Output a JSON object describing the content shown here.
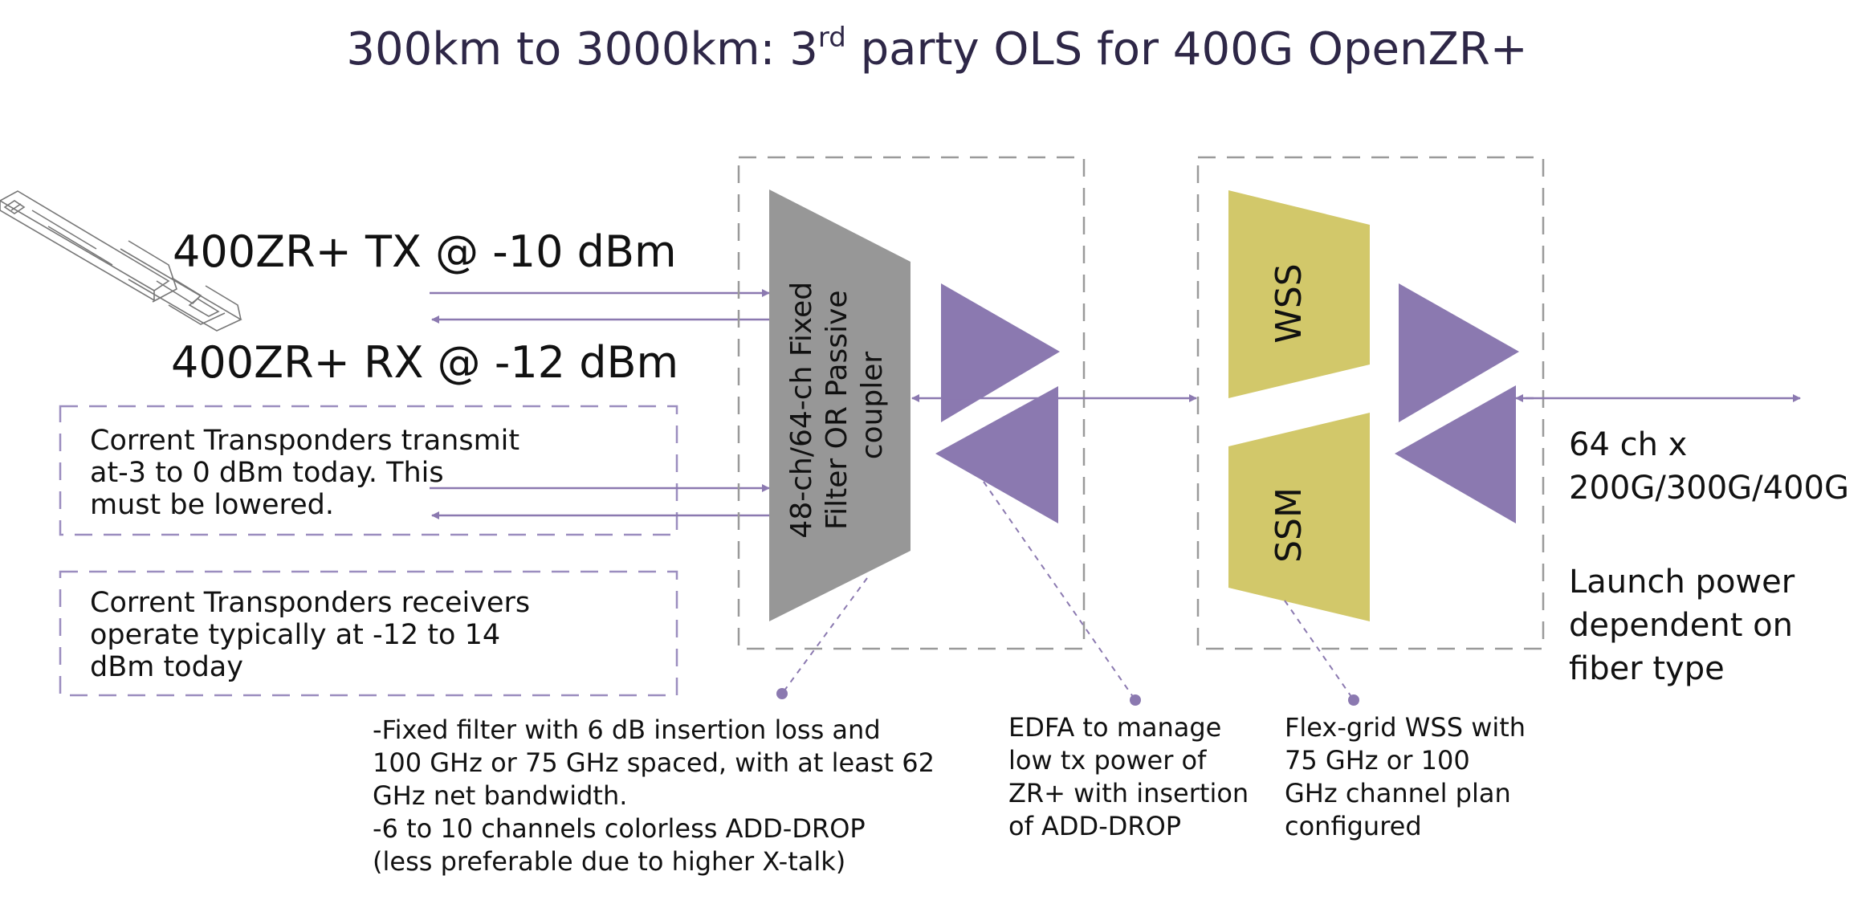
{
  "title": {
    "before": "300km to 3000km: 3",
    "sup": "rd",
    "after": " party OLS for 400G OpenZR+"
  },
  "tx_label": "400ZR+ TX @ -10 dBm",
  "rx_label": "400ZR+ RX @ -12 dBm",
  "note_transmit": [
    "Corrent Transponders transmit",
    "at-3 to 0 dBm today. This",
    "must be lowered."
  ],
  "note_receive": [
    "Corrent Transponders receivers",
    "operate typically at -12 to 14",
    "dBm today"
  ],
  "filter_label": [
    "48-ch/64-ch Fixed",
    "Filter OR Passive",
    "coupler"
  ],
  "wss_label": "WSS",
  "ssm_label": "SSM",
  "output_label": [
    "64 ch x",
    "200G/300G/400G"
  ],
  "launch_label": [
    "Launch power",
    "dependent on",
    "fiber type"
  ],
  "callout_filter": [
    "-Fixed filter with 6 dB insertion loss and",
    "100 GHz or 75 GHz spaced, with at least 62",
    "GHz net bandwidth.",
    "-6 to 10 channels colorless ADD-DROP",
    "(less preferable due to higher X-talk)"
  ],
  "callout_edfa": [
    "EDFA to manage",
    "low tx power of",
    "ZR+ with insertion",
    "of ADD-DROP"
  ],
  "callout_wss": [
    "Flex-grid WSS with",
    "75 GHz or 100",
    "GHz channel plan",
    "configured"
  ],
  "colors": {
    "title": "#2e2747",
    "text": "#111111",
    "accent": "#8b79b0",
    "filter": "#979797",
    "wss": "#d2c86a",
    "dashed": "#9b8dbf",
    "dashed_grey": "#9a9a9a"
  },
  "icons": {
    "transceiver": "qsfp-dd-transceiver-icon"
  }
}
